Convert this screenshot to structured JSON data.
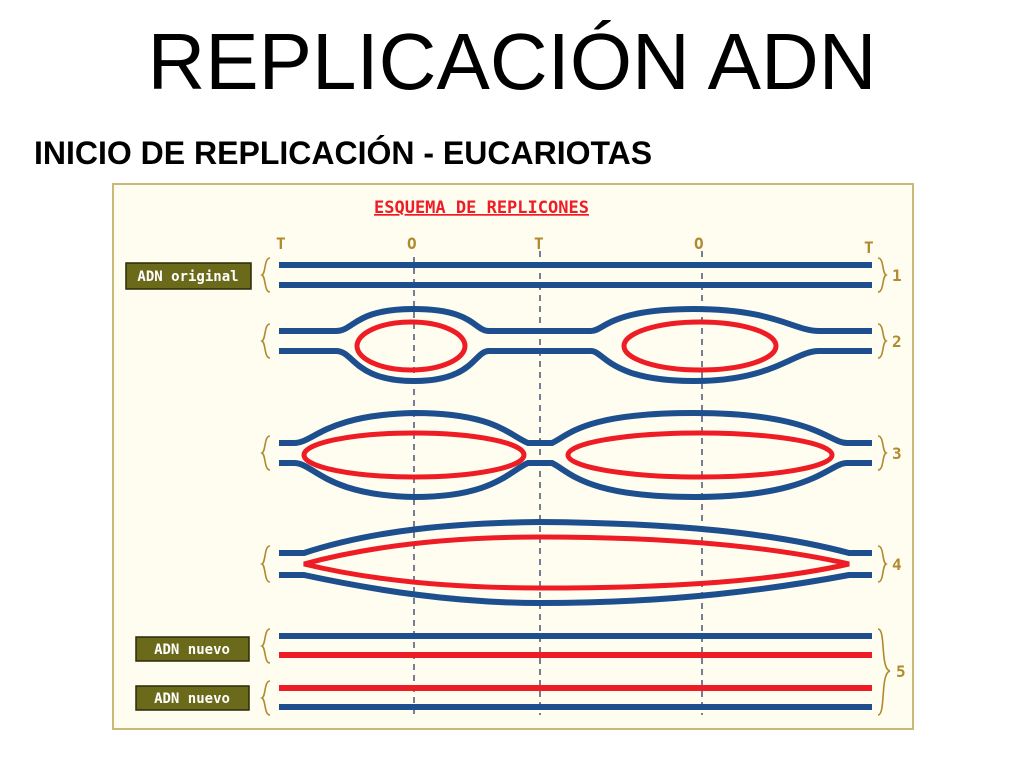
{
  "title": "REPLICACIÓN ADN",
  "subtitle": "INICIO DE REPLICACIÓN - EUCARIOTAS",
  "figure": {
    "heading": "ESQUEMA DE REPLICONES",
    "markers": [
      "T",
      "O",
      "T",
      "O",
      "T"
    ],
    "labels": {
      "original": "ADN original",
      "new_1": "ADN nuevo",
      "new_2": "ADN nuevo"
    },
    "stages": [
      "1",
      "2",
      "3",
      "4",
      "5"
    ],
    "colors": {
      "parental_strand": "#1d4f8f",
      "new_strand": "#ee1c24",
      "heading_text": "#ee1c24",
      "marker_text": "#b08a2e",
      "label_box": "#6b6a1a",
      "label_text": "#ffffff",
      "brace": "#b08a2e",
      "dashed_line": "#1d2a55"
    }
  }
}
